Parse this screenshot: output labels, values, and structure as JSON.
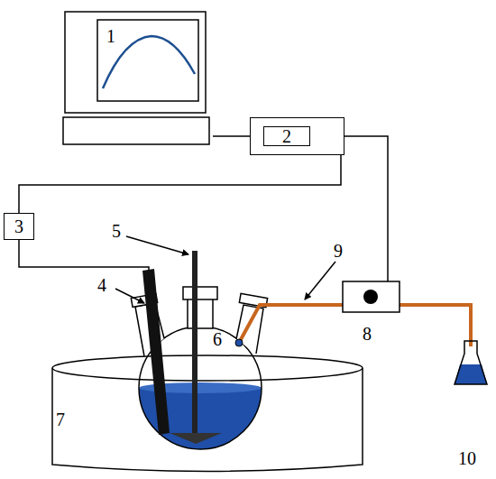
{
  "diagram": {
    "nodes": [
      {
        "text": [
          "1"
        ]
      },
      {
        "text": [
          "2"
        ]
      },
      {
        "text": [
          "3"
        ]
      }
    ],
    "edges": [
      {
        "from": 0,
        "to": 1,
        "arrow": "none"
      },
      {
        "from": 1,
        "to": 2,
        "arrow": "none"
      }
    ],
    "labels": [
      "4",
      "5",
      "6",
      "7",
      "8",
      "9",
      "10"
    ]
  }
}
